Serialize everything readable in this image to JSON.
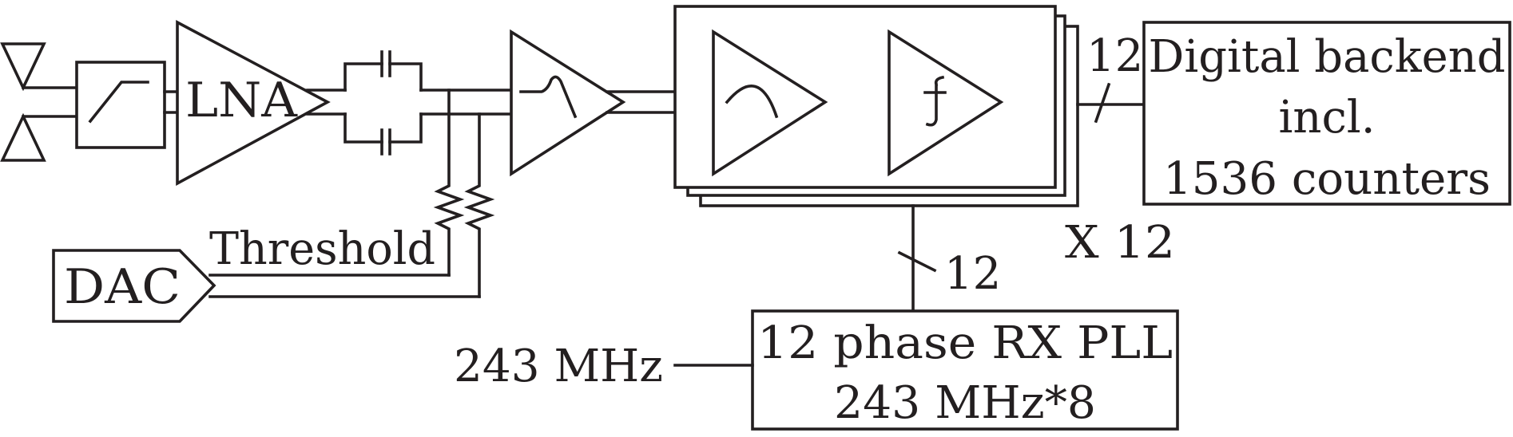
{
  "diagram": {
    "lna_label": "LNA",
    "threshold_label": "Threshold",
    "dac_label": "DAC",
    "backend": {
      "line1": "Digital backend",
      "line2": "incl.",
      "line3": "1536 counters"
    },
    "bus_width_backend": "12",
    "bus_width_pll": "12",
    "replication": "X 12",
    "pll": {
      "line1": "12 phase RX PLL",
      "line2": "243 MHz*8"
    },
    "ref_clock": "243 MHz",
    "stroke_color": "#231f20"
  }
}
